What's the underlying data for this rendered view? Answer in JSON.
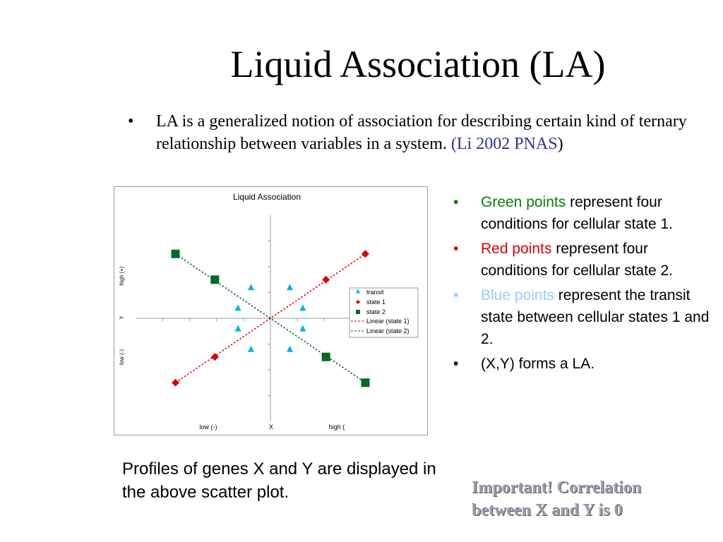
{
  "slide": {
    "title": "Liquid Association (LA)",
    "bullet_char": "•",
    "main_bullet": {
      "text": "LA is a generalized notion of association for describing certain kind of ternary relationship between variables in a system.",
      "citation": "(Li 2002 PNAS",
      "citation_close": ")"
    },
    "right_bullets": [
      {
        "highlight": "Green points",
        "rest": " represent four conditions for cellular state 1.",
        "bullet_color": "#008000"
      },
      {
        "highlight": "Red points",
        "rest": " represent four conditions for cellular state 2.",
        "bullet_color": "#E00000"
      },
      {
        "highlight": "Blue points",
        "rest": " represent the transit state between cellular states 1 and 2.",
        "bullet_color": "#99CCFF"
      },
      {
        "highlight": "",
        "rest": "(X,Y) forms a LA.",
        "bullet_color": "#000000"
      }
    ],
    "caption": "Profiles of genes X and Y are displayed in the above scatter plot.",
    "important_note": "Important! Correlation between X and Y is 0"
  },
  "colors": {
    "green": "#006B21",
    "red": "#D90000",
    "blue": "#00B4E6",
    "citation": "#2E3192",
    "note": "#9E9EAA"
  },
  "chart_data": {
    "type": "scatter",
    "title": "Liquid Association",
    "x_axis_label": "X",
    "x_tick_labels": [
      "low (-)",
      "high ("
    ],
    "y_axis_label": "Y",
    "y_tick_labels": [
      "low (-)",
      "high (+)"
    ],
    "xlim": [
      -2.5,
      2.5
    ],
    "ylim": [
      -2.0,
      2.0
    ],
    "grid": false,
    "legend_position": "right",
    "series": [
      {
        "name": "transit",
        "marker": "triangle",
        "color": "#00B4E6",
        "points": [
          [
            -0.36,
            0.6
          ],
          [
            0.36,
            0.6
          ],
          [
            -0.6,
            0.2
          ],
          [
            0.6,
            0.2
          ],
          [
            -0.6,
            -0.2
          ],
          [
            0.6,
            -0.2
          ],
          [
            -0.36,
            -0.6
          ],
          [
            0.36,
            -0.6
          ]
        ]
      },
      {
        "name": "state 1",
        "marker": "diamond",
        "color": "#D90000",
        "points": [
          [
            -1.76,
            -1.25
          ],
          [
            -1.03,
            -0.75
          ],
          [
            1.03,
            0.75
          ],
          [
            1.76,
            1.25
          ]
        ]
      },
      {
        "name": "state 2",
        "marker": "square",
        "color": "#006B21",
        "points": [
          [
            -1.76,
            1.25
          ],
          [
            -1.03,
            0.75
          ],
          [
            1.03,
            -0.75
          ],
          [
            1.76,
            -1.25
          ]
        ]
      },
      {
        "name": "Linear (state 1)",
        "type": "line",
        "color": "#D90000",
        "dash": "dashed",
        "points": [
          [
            -1.76,
            -1.25
          ],
          [
            1.76,
            1.25
          ]
        ]
      },
      {
        "name": "Linear (state 2)",
        "type": "line",
        "color": "#006B21",
        "dash": "dashed",
        "points": [
          [
            -1.76,
            1.25
          ],
          [
            1.76,
            -1.25
          ]
        ]
      }
    ]
  }
}
